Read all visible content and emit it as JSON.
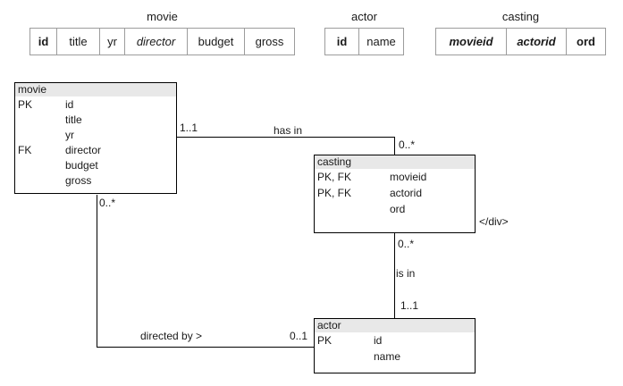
{
  "schema_tables": [
    {
      "name": "movie",
      "columns": [
        {
          "label": "id",
          "style": "bold"
        },
        {
          "label": "title",
          "style": "normal"
        },
        {
          "label": "yr",
          "style": "normal"
        },
        {
          "label": "director",
          "style": "italic"
        },
        {
          "label": "budget",
          "style": "normal"
        },
        {
          "label": "gross",
          "style": "normal"
        }
      ]
    },
    {
      "name": "actor",
      "columns": [
        {
          "label": "id",
          "style": "bold"
        },
        {
          "label": "name",
          "style": "normal"
        }
      ]
    },
    {
      "name": "casting",
      "columns": [
        {
          "label": "movieid",
          "style": "bold-italic"
        },
        {
          "label": "actorid",
          "style": "bold-italic"
        },
        {
          "label": "ord",
          "style": "bold"
        }
      ]
    }
  ],
  "entities": [
    {
      "title": "movie",
      "rows": [
        {
          "key": "PK",
          "attr": "id"
        },
        {
          "key": "",
          "attr": "title"
        },
        {
          "key": "",
          "attr": "yr"
        },
        {
          "key": "FK",
          "attr": "director"
        },
        {
          "key": "",
          "attr": "budget"
        },
        {
          "key": "",
          "attr": "gross"
        }
      ]
    },
    {
      "title": "casting",
      "rows": [
        {
          "key": "PK, FK",
          "attr": "movieid"
        },
        {
          "key": "PK, FK",
          "attr": "actorid"
        },
        {
          "key": "",
          "attr": "ord"
        }
      ]
    },
    {
      "title": "actor",
      "rows": [
        {
          "key": "PK",
          "attr": "id"
        },
        {
          "key": "",
          "attr": "name"
        }
      ]
    }
  ],
  "relationships": [
    {
      "name": "has in",
      "from_entity": "movie",
      "from_card": "1..1",
      "to_entity": "casting",
      "to_card": "0..*"
    },
    {
      "name": "is in",
      "from_entity": "casting",
      "from_card": "0..*",
      "to_entity": "actor",
      "to_card": "1..1"
    },
    {
      "name": "directed by >",
      "from_entity": "movie",
      "from_card": "0..*",
      "to_entity": "actor",
      "to_card": "0..1"
    }
  ],
  "stray_text": "</div>",
  "colors": {
    "entity_header_bg": "#e8e8e8",
    "entity_border": "#000000",
    "schema_border": "#9c9c9c",
    "line": "#000000",
    "background": "#ffffff",
    "text": "#1a1a1a"
  }
}
